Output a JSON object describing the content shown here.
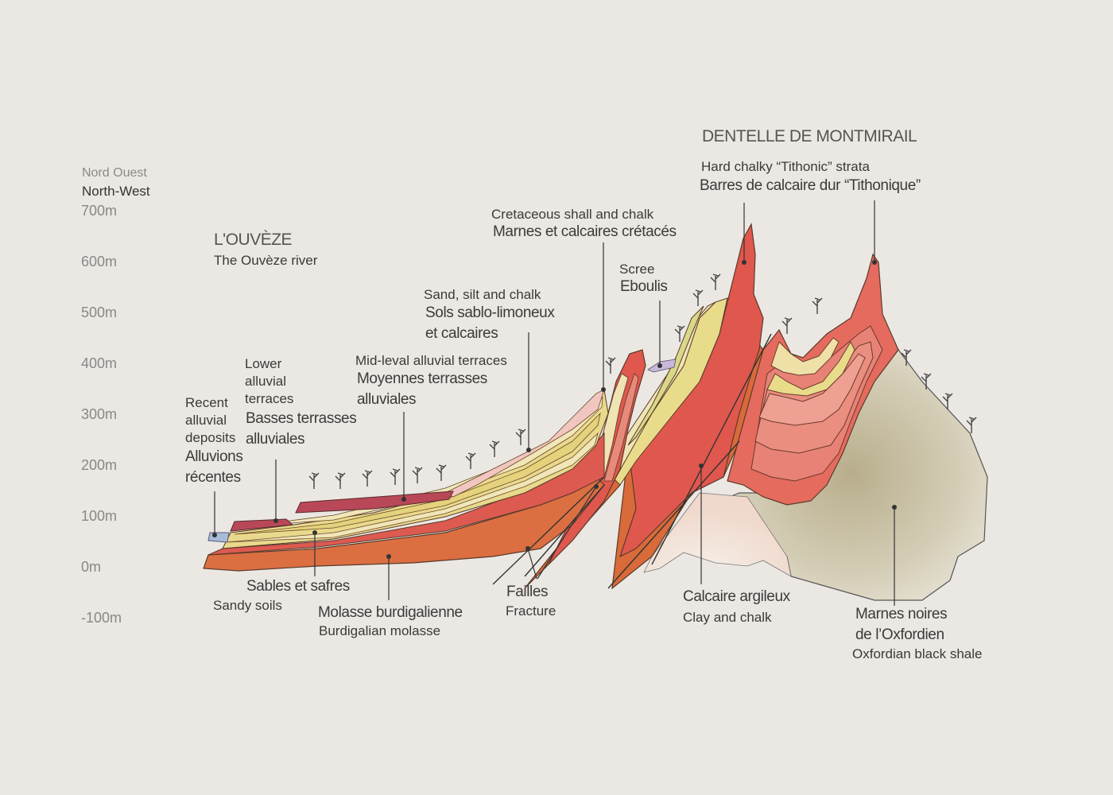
{
  "direction": {
    "fr": "Nord Ouest",
    "en": "North-West"
  },
  "altitudes": [
    "700m",
    "600m",
    "500m",
    "400m",
    "300m",
    "200m",
    "100m",
    "0m",
    "-100m"
  ],
  "summit": {
    "name": "DENTELLE DE MONTMIRAIL"
  },
  "labels": {
    "ouveze_fr": "L'OUVÈZE",
    "ouveze_en": "The Ouvèze river",
    "tithonic_en": "Hard chalky “Tithonic” strata",
    "tithonic_fr": "Barres de calcaire dur “Tithonique”",
    "cretaceous_en": "Cretaceous shall and chalk",
    "cretaceous_fr": "Marnes et calcaires crétacés",
    "scree_en": "Scree",
    "scree_fr": "Eboulis",
    "sand_en": "Sand, silt and chalk",
    "sand_fr": "Sols sablo-limoneux\net calcaires",
    "mid_en": "Mid-leval alluvial terraces",
    "mid_fr": "Moyennes terrasses\nalluviales",
    "lower_en": "Lower\nalluvial\nterraces",
    "lower_fr": "Basses terrasses\nalluviales",
    "recent_en": "Recent\nalluvial\ndeposits",
    "recent_fr": "Alluvions\nrécentes",
    "sables_fr": "Sables et safres",
    "sables_en": "Sandy soils",
    "molasse_fr": "Molasse burdigalienne",
    "molasse_en": "Burdigalian molasse",
    "failles_fr": "Failles",
    "failles_en": "Fracture",
    "calcaire_fr": "Calcaire argileux",
    "calcaire_en": "Clay and chalk",
    "marnes_fr": "Marnes noires\nde l’Oxfordien",
    "marnes_en": "Oxfordian black shale"
  },
  "colors": {
    "background": "#ebe8e3",
    "deep_orange": "#d96a3a",
    "red": "#dc5a50",
    "salmon": "#e88a7a",
    "yellow": "#e8dc8a",
    "cream": "#f0e4b4",
    "pink": "#f2c6c0",
    "shale": "#c8c0a4",
    "terrace": "#b84858"
  }
}
